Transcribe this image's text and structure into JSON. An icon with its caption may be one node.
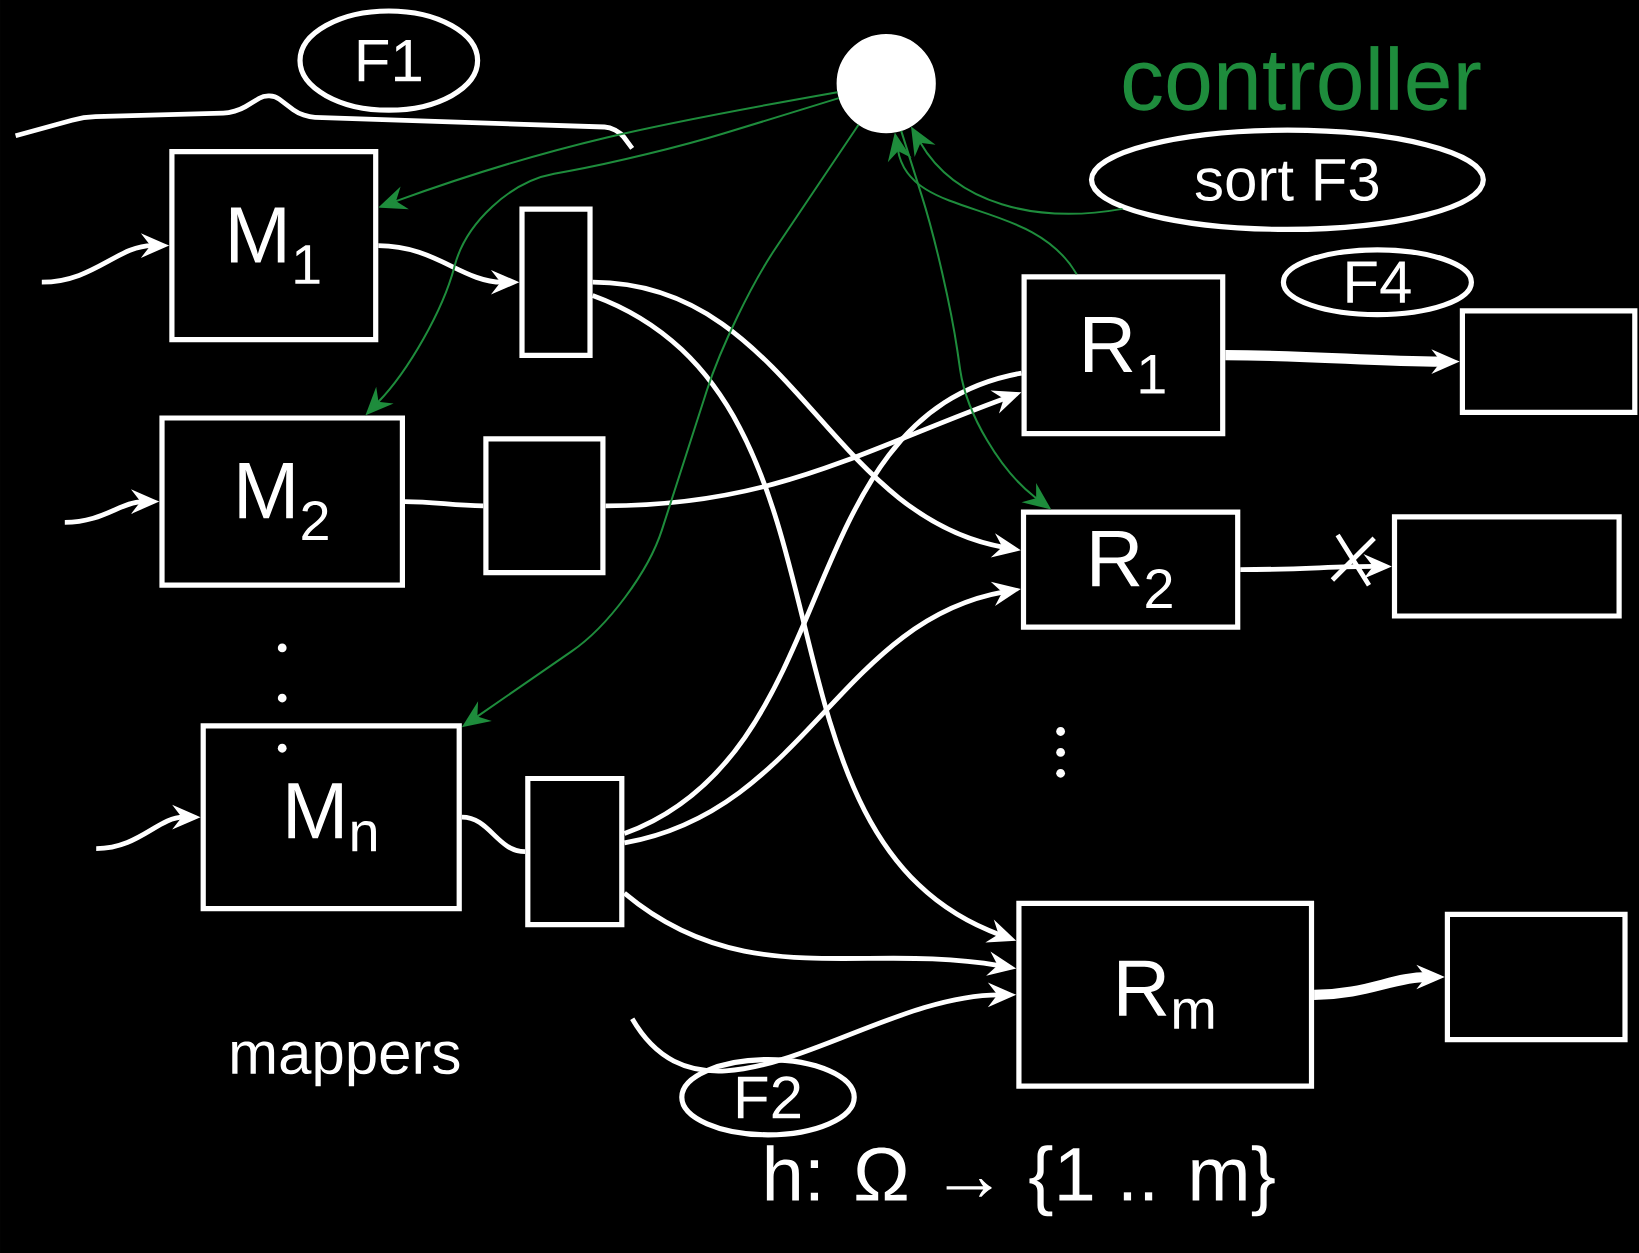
{
  "diagram": {
    "nodes": [
      {
        "text": [],
        "shape": "circle"
      },
      {
        "text": [
          "M$_{1}$"
        ]
      },
      {
        "text": [],
        "shape": "box"
      },
      {
        "text": [
          "M$_{2}$"
        ]
      },
      {
        "text": [],
        "shape": "box"
      },
      {
        "text": [
          "M$_{n}$"
        ]
      },
      {
        "text": [],
        "shape": "box"
      },
      {
        "text": [
          "R$_{1}$"
        ]
      },
      {
        "text": [
          "R$_{2}$"
        ]
      },
      {
        "text": [
          "R$_{m}$"
        ]
      },
      {
        "text": [],
        "shape": "box"
      },
      {
        "text": [],
        "shape": "box"
      },
      {
        "text": [],
        "shape": "box"
      },
      {
        "text": [
          "F1"
        ]
      },
      {
        "text": [
          "sort F3"
        ]
      },
      {
        "text": [
          "F4"
        ]
      },
      {
        "text": [
          "F2"
        ]
      }
    ],
    "edges": [
      {
        "from": null,
        "to": 1,
        "arrow": "to"
      },
      {
        "from": null,
        "to": 3,
        "arrow": "to"
      },
      {
        "from": null,
        "to": 5,
        "arrow": "to"
      },
      {
        "from": 1,
        "to": 2,
        "arrow": "to"
      },
      {
        "from": 3,
        "to": 4,
        "arrow": "none"
      },
      {
        "from": 5,
        "to": 6,
        "arrow": "none"
      },
      {
        "from": 2,
        "to": 8,
        "arrow": "to"
      },
      {
        "from": 2,
        "to": 9,
        "arrow": "to"
      },
      {
        "from": 4,
        "to": 7,
        "arrow": "to"
      },
      {
        "from": 6,
        "to": 7,
        "arrow": "none"
      },
      {
        "from": 6,
        "to": 8,
        "arrow": "to"
      },
      {
        "from": 6,
        "to": 9,
        "arrow": "to"
      },
      {
        "from": null,
        "to": 9,
        "arrow": "to"
      },
      {
        "from": 7,
        "to": 10,
        "arrow": "to",
        "style": "thick"
      },
      {
        "from": 8,
        "to": 11,
        "arrow": "to"
      },
      {
        "from": 9,
        "to": 12,
        "arrow": "to",
        "style": "thick"
      },
      {
        "from": 0,
        "to": 1,
        "arrow": "to",
        "color": "#1e8c3c"
      },
      {
        "from": 0,
        "to": 3,
        "arrow": "to",
        "color": "#1e8c3c"
      },
      {
        "from": 0,
        "to": 5,
        "arrow": "to",
        "color": "#1e8c3c"
      },
      {
        "from": 0,
        "to": 8,
        "arrow": "to",
        "color": "#1e8c3c"
      },
      {
        "from": 7,
        "to": 0,
        "arrow": "to",
        "color": "#1e8c3c"
      },
      {
        "from": 14,
        "to": 0,
        "arrow": "to",
        "color": "#1e8c3c"
      }
    ],
    "labels": [
      "controller",
      "mappers",
      "h: Ω → {1 .. m}"
    ]
  }
}
